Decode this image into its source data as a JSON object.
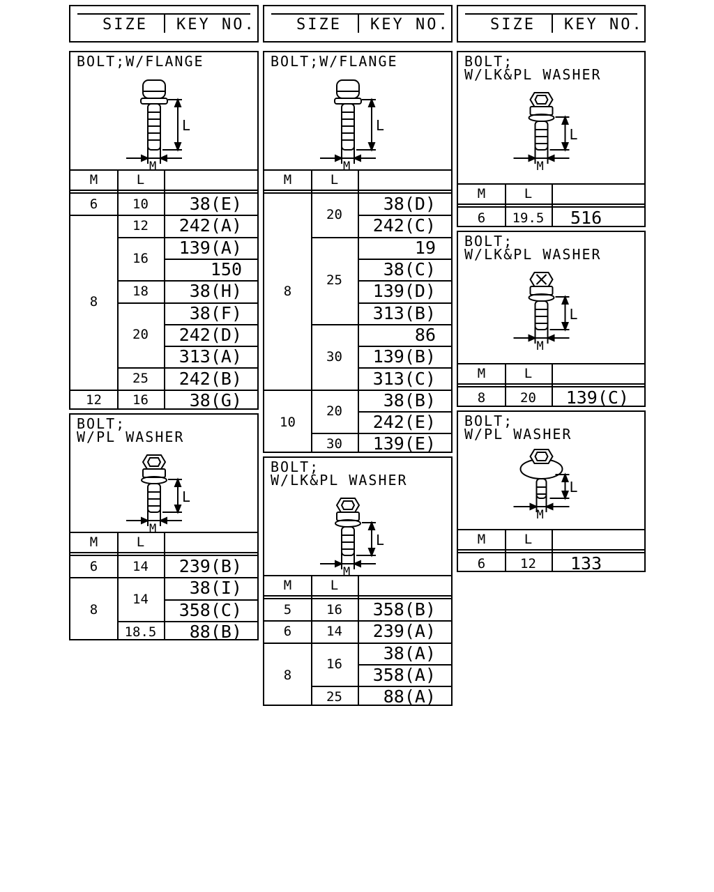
{
  "header": {
    "size_label": "SIZE",
    "key_label": "KEY NO."
  },
  "table_cols": {
    "m": "M",
    "l": "L"
  },
  "diagram_labels": {
    "l": "L",
    "m": "M"
  },
  "blocks": [
    {
      "id": "c1-flange",
      "title": "BOLT;W/FLANGE",
      "fig": "flange",
      "rows": [
        {
          "m": "6",
          "l": "10",
          "key": "38(E)"
        },
        {
          "m": "8",
          "l": "12",
          "key": "242(A)"
        },
        {
          "m": "8",
          "l": "16",
          "key": "139(A)"
        },
        {
          "m": "8",
          "l": "16",
          "key": "150"
        },
        {
          "m": "8",
          "l": "18",
          "key": "38(H)"
        },
        {
          "m": "8",
          "l": "20",
          "key": "38(F)"
        },
        {
          "m": "8",
          "l": "20",
          "key": "242(D)"
        },
        {
          "m": "8",
          "l": "20",
          "key": "313(A)"
        },
        {
          "m": "8",
          "l": "25",
          "key": "242(B)"
        },
        {
          "m": "12",
          "l": "16",
          "key": "38(G)"
        }
      ]
    },
    {
      "id": "c1-plwasher",
      "title": "BOLT;\nW/PL WASHER",
      "fig": "pl",
      "rows": [
        {
          "m": "6",
          "l": "14",
          "key": "239(B)"
        },
        {
          "m": "8",
          "l": "14",
          "key": "38(I)"
        },
        {
          "m": "8",
          "l": "14",
          "key": "358(C)"
        },
        {
          "m": "8",
          "l": "18.5",
          "key": "88(B)"
        }
      ]
    },
    {
      "id": "c2-flange",
      "title": "BOLT;W/FLANGE",
      "fig": "flange",
      "rows": [
        {
          "m": "8",
          "l": "20",
          "key": "38(D)"
        },
        {
          "m": "8",
          "l": "20",
          "key": "242(C)"
        },
        {
          "m": "8",
          "l": "25",
          "key": "19"
        },
        {
          "m": "8",
          "l": "25",
          "key": "38(C)"
        },
        {
          "m": "8",
          "l": "25",
          "key": "139(D)"
        },
        {
          "m": "8",
          "l": "25",
          "key": "313(B)"
        },
        {
          "m": "8",
          "l": "30",
          "key": "86"
        },
        {
          "m": "8",
          "l": "30",
          "key": "139(B)"
        },
        {
          "m": "8",
          "l": "30",
          "key": "313(C)"
        },
        {
          "m": "10",
          "l": "20",
          "key": "38(B)"
        },
        {
          "m": "10",
          "l": "20",
          "key": "242(E)"
        },
        {
          "m": "10",
          "l": "30",
          "key": "139(E)"
        }
      ]
    },
    {
      "id": "c2-lkpl",
      "title": "BOLT;\nW/LK&PL WASHER",
      "fig": "lkpl",
      "rows": [
        {
          "m": "5",
          "l": "16",
          "key": "358(B)"
        },
        {
          "m": "6",
          "l": "14",
          "key": "239(A)"
        },
        {
          "m": "8",
          "l": "16",
          "key": "38(A)"
        },
        {
          "m": "8",
          "l": "16",
          "key": "358(A)"
        },
        {
          "m": "8",
          "l": "25",
          "key": "88(A)"
        }
      ]
    },
    {
      "id": "c3-lkpl-a",
      "title": "BOLT;\nW/LK&PL WASHER",
      "fig": "lkpl",
      "rows": [
        {
          "m": "6",
          "l": "19.5",
          "key": "516"
        }
      ]
    },
    {
      "id": "c3-lkpl-b",
      "title": "BOLT;\nW/LK&PL WASHER",
      "fig": "lkplx",
      "rows": [
        {
          "m": "8",
          "l": "20",
          "key": "139(C)"
        }
      ]
    },
    {
      "id": "c3-plwasher",
      "title": "BOLT;\nW/PL WASHER",
      "fig": "plbig",
      "rows": [
        {
          "m": "6",
          "l": "12",
          "key": "133"
        }
      ]
    }
  ]
}
